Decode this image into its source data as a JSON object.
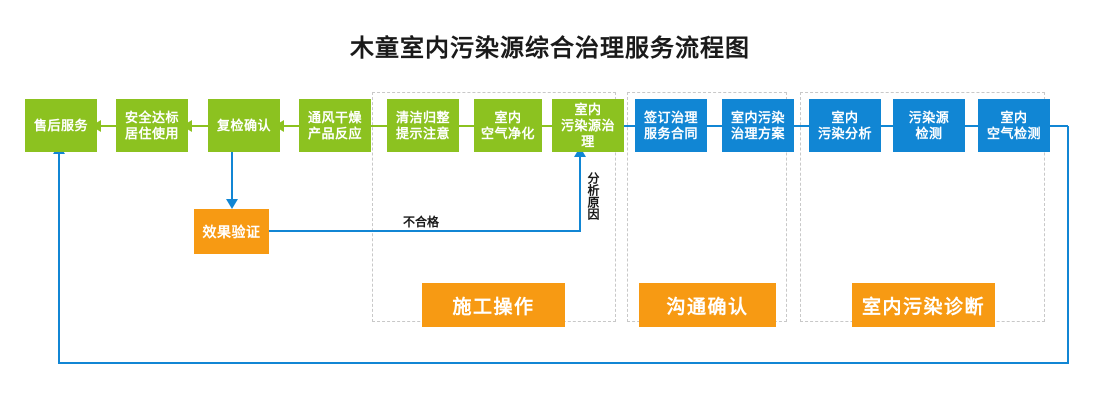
{
  "title": "木童室内污染源综合治理服务流程图",
  "colors": {
    "green": "#8CC220",
    "blue": "#1186D4",
    "orange": "#F79A13",
    "dashed_border": "#c8c8c8",
    "title_text": "#1a1a1a"
  },
  "nodes": {
    "green": [
      {
        "label": "售后服务"
      },
      {
        "label": "安全达标\n居住使用"
      },
      {
        "label": "复检确认"
      },
      {
        "label": "通风干燥\n产品反应"
      },
      {
        "label": "清洁归整\n提示注意"
      },
      {
        "label": "室内\n空气净化"
      },
      {
        "label": "室内\n污染源治理"
      }
    ],
    "blue": [
      {
        "label": "签订治理\n服务合同"
      },
      {
        "label": "室内污染\n治理方案"
      },
      {
        "label": "室内\n污染分析"
      },
      {
        "label": "污染源\n检测"
      },
      {
        "label": "室内\n空气检测"
      }
    ],
    "orange_small": [
      {
        "label": "效果验证"
      }
    ]
  },
  "stages": [
    {
      "label": "施工操作"
    },
    {
      "label": "沟通确认"
    },
    {
      "label": "室内污染诊断"
    }
  ],
  "edge_labels": {
    "fail": "不合格",
    "analyze_cause": "分析原因"
  }
}
